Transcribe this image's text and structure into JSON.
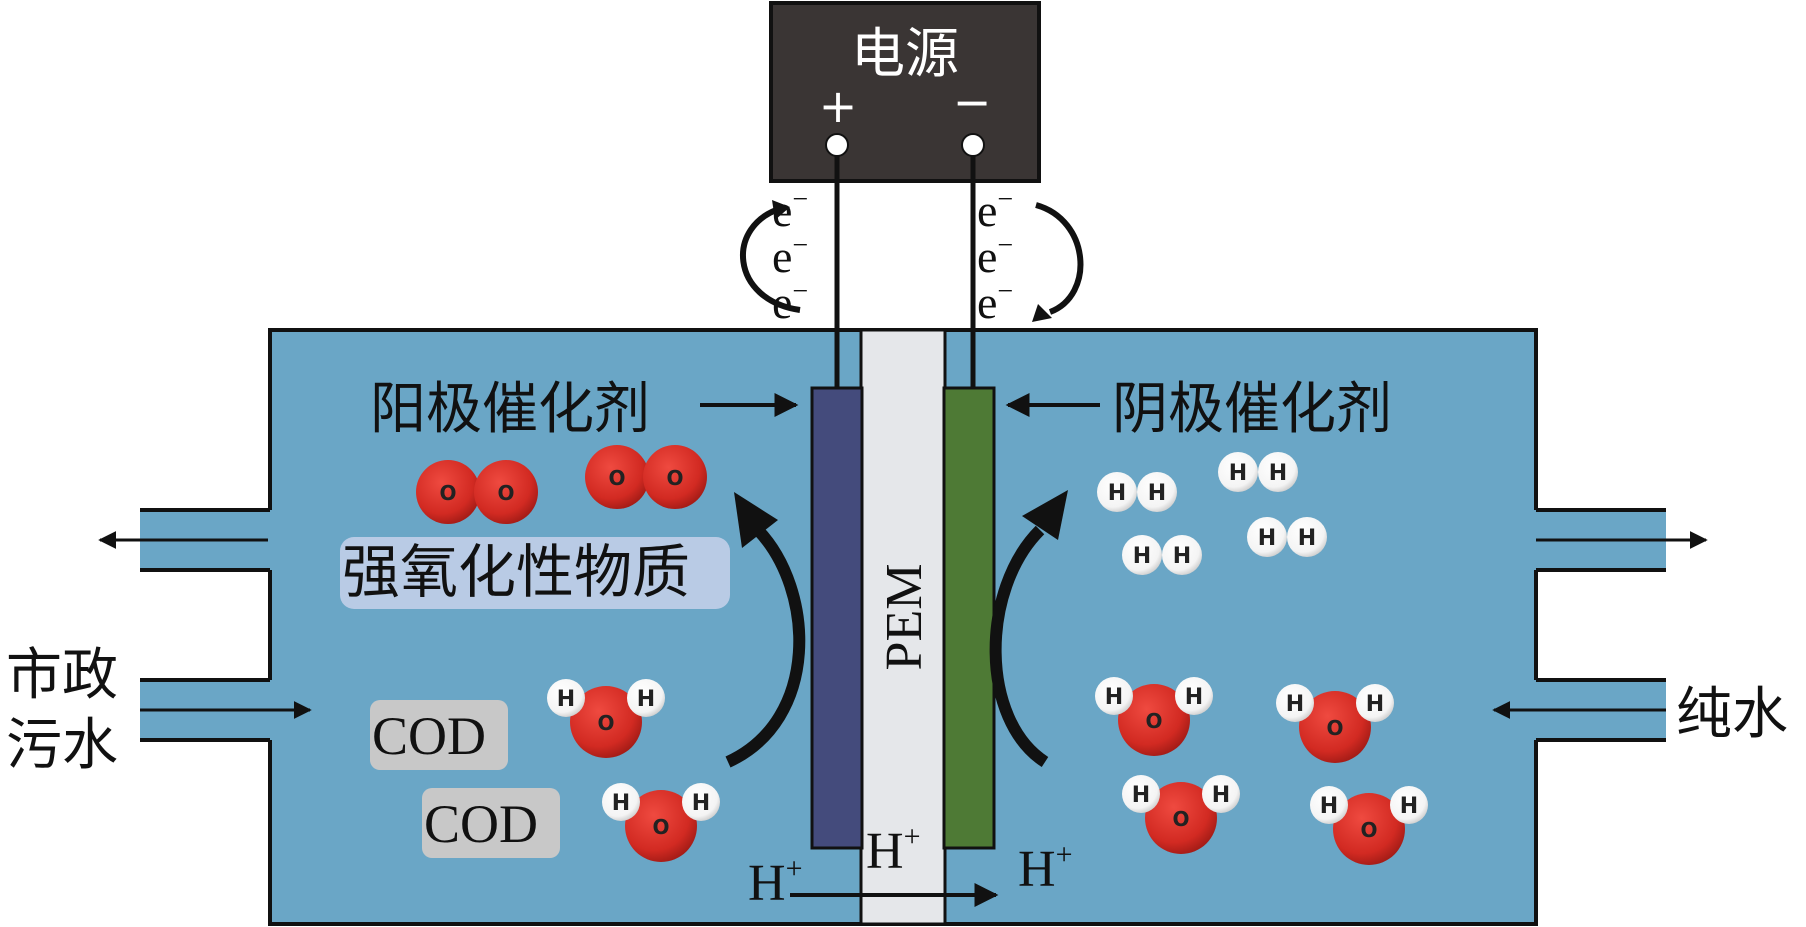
{
  "power_supply": {
    "label": "电源",
    "positive": "+",
    "negative": "−"
  },
  "electrons": {
    "symbol": "e",
    "charge": "−"
  },
  "anode_catalyst": "阳极催化剂",
  "cathode_catalyst": "阴极催化剂",
  "membrane": "PEM",
  "oxidants": "强氧化性物质",
  "cod": "COD",
  "inlet_left": [
    "市政",
    "污水"
  ],
  "inlet_right": "纯水",
  "proton": {
    "symbol": "H",
    "charge": "+"
  },
  "atoms": {
    "oxygen": "O",
    "hydrogen": "H"
  },
  "colors": {
    "tank": "#6aa6c6",
    "power_box": "#3a3534",
    "anode": "#444b7c",
    "cathode": "#4e7a35",
    "membrane": "#e5e7ea",
    "oxidant_label_bg": "#b9cbe5",
    "cod_label_bg": "#c8c8c8",
    "oxygen_atom": "#d42a24"
  }
}
